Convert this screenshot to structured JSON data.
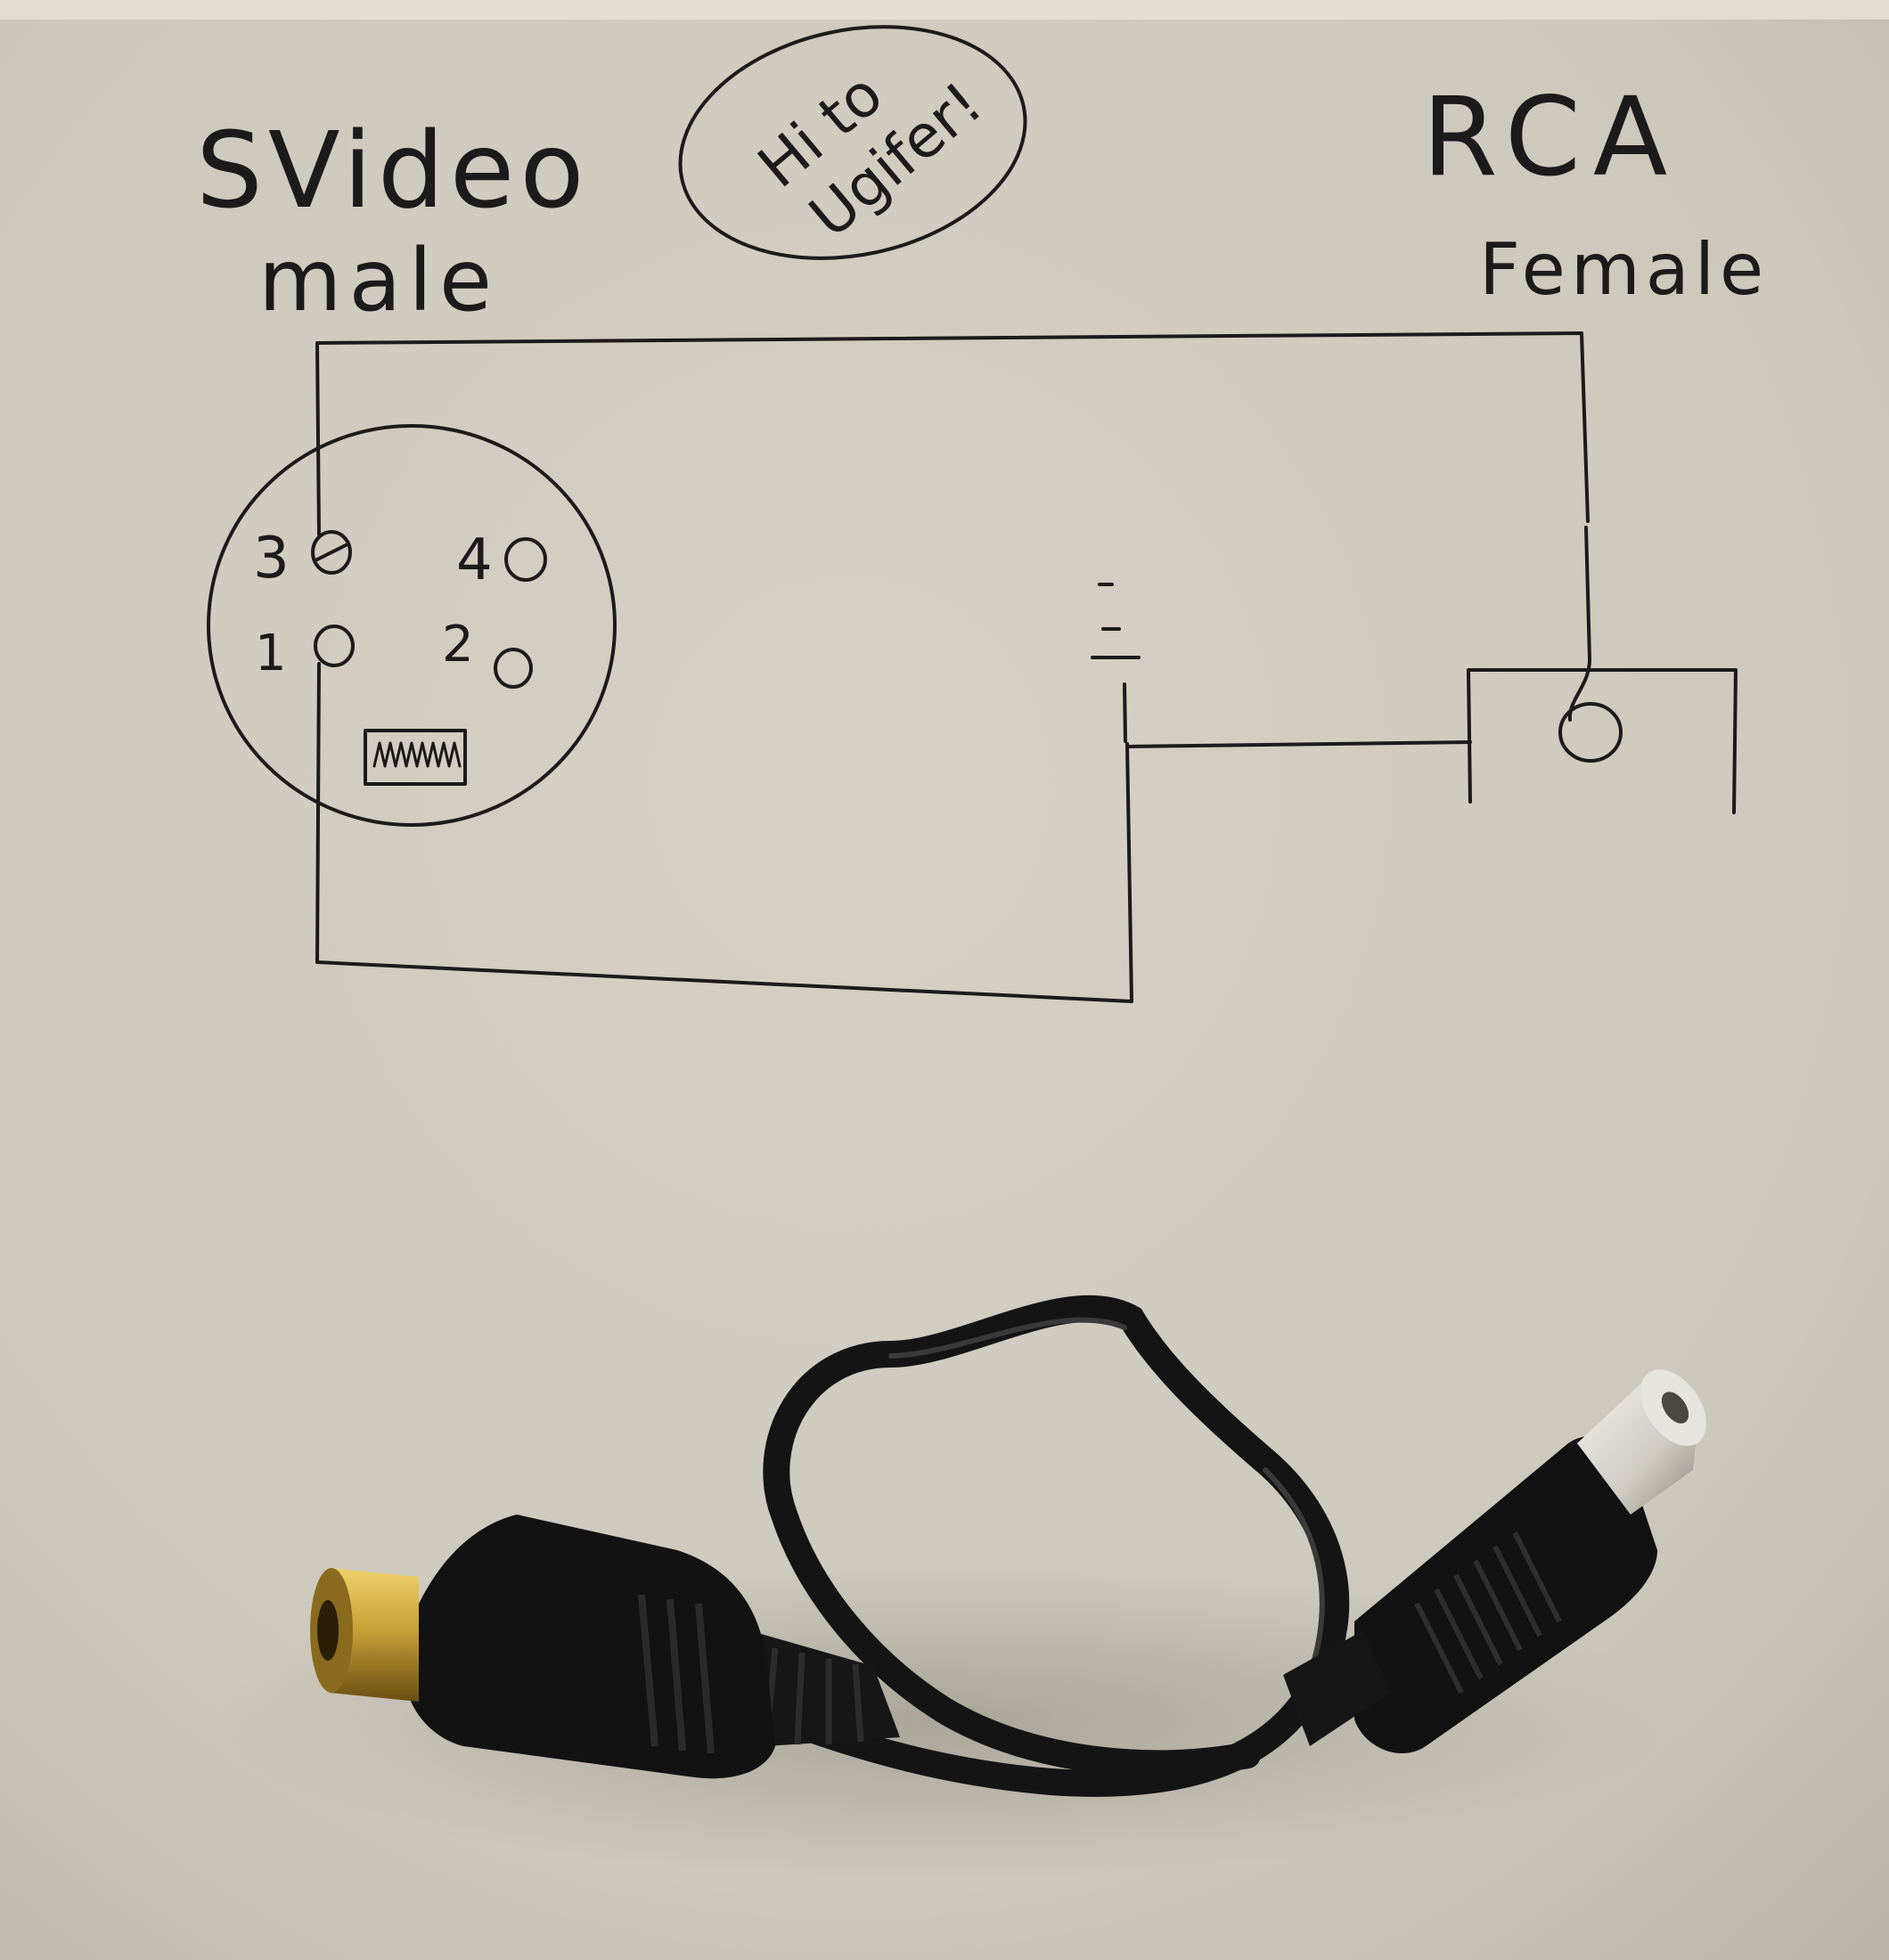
{
  "colors": {
    "paper": "#d1ccc1",
    "paper_shadow": "#b8b2a6",
    "ink": "#1c1a1a",
    "cable": "#141414",
    "gold": "#c9a238",
    "nickel": "#d8d6d0"
  },
  "diagram": {
    "svideo_title": "SVideo",
    "svideo_sub": "male",
    "rca_title": "RCA",
    "rca_sub": "Female",
    "bubble_line1": "Hi to",
    "bubble_line2": "Ugifer!",
    "pins": {
      "p3": "3",
      "p4": "4",
      "p1": "1",
      "p2": "2"
    }
  }
}
